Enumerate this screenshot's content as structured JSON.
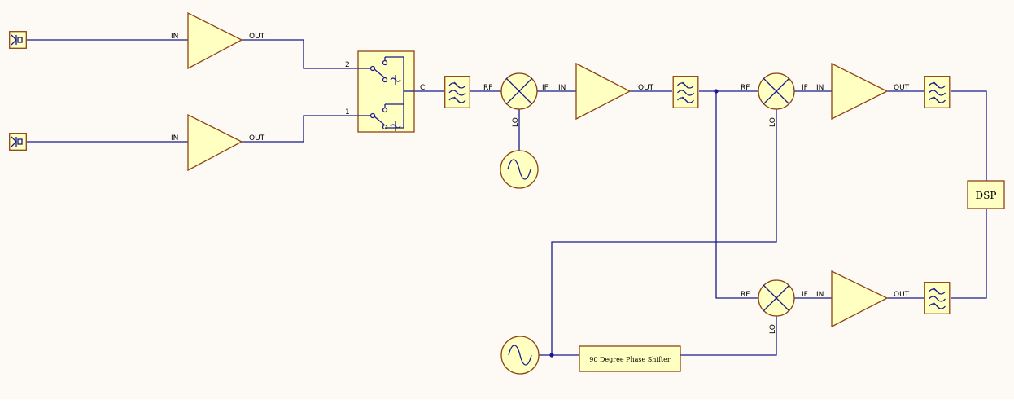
{
  "labels": {
    "in": "IN",
    "out": "OUT",
    "rf": "RF",
    "if": "IF",
    "lo": "LO",
    "c": "C",
    "sw_port_2": "2",
    "sw_port_1": "1"
  },
  "blocks": {
    "dsp": "DSP",
    "phase_shifter": "90 Degree Phase Shifter"
  },
  "colors": {
    "wire": "#1a1a8c",
    "component_fill": "#ffffc2",
    "component_border": "#8b4513",
    "background": "#fdfaf5"
  }
}
